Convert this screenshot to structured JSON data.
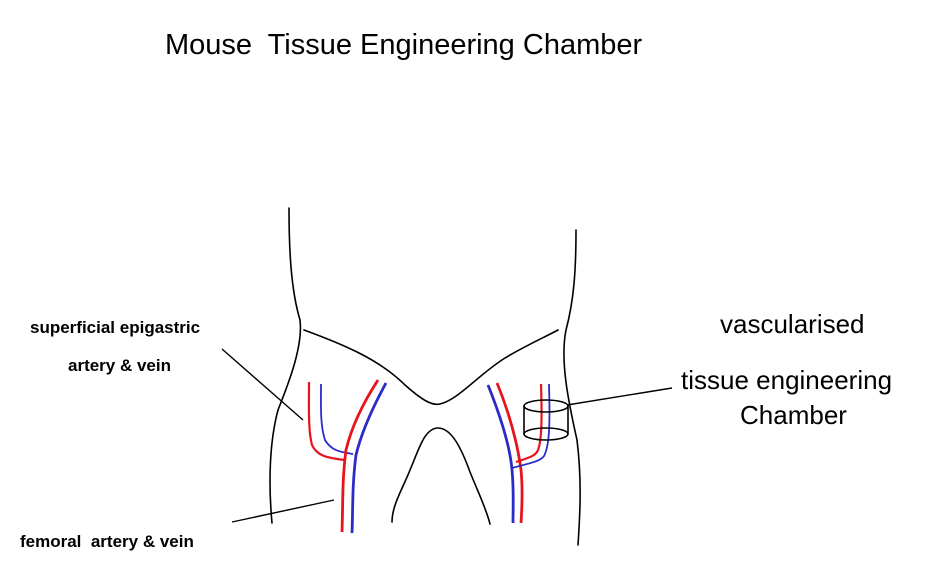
{
  "title": "Mouse  Tissue Engineering Chamber",
  "labels": {
    "epigastric_line1": "superficial epigastric",
    "epigastric_line2": "artery & vein",
    "femoral": "femoral  artery & vein",
    "chamber_line1": "vascularised",
    "chamber_line2": "tissue engineering",
    "chamber_line3": "Chamber"
  },
  "colors": {
    "artery": "#e8141b",
    "vein": "#2b2bc8",
    "outline": "#000000"
  }
}
